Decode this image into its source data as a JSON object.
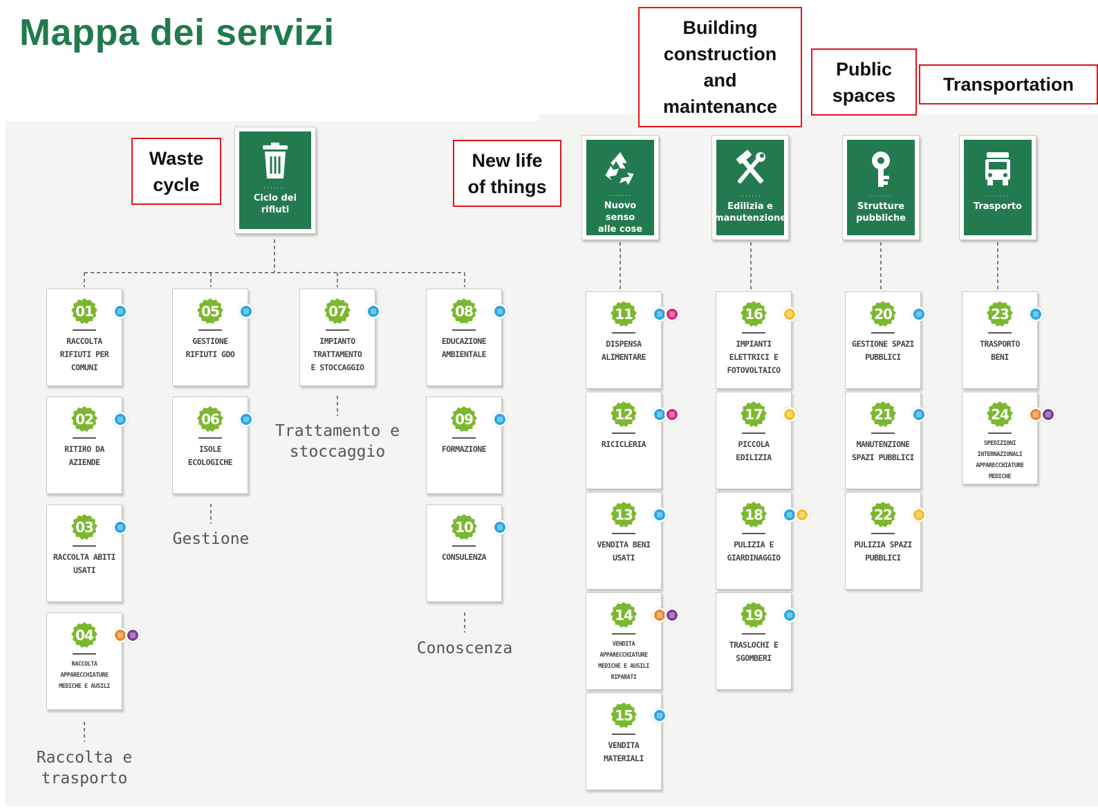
{
  "title": "Mappa dei servizi",
  "colors": {
    "accent_green": "#237a4f",
    "badge_green": "#7cb82f",
    "annotation_red": "#e0141c",
    "dot_blue": "#2aa6de",
    "dot_pink": "#d4267c",
    "dot_yellow": "#f2c12e",
    "dot_orange": "#e88a2c",
    "dot_purple": "#7a3e96"
  },
  "annotations": {
    "waste_cycle": "Waste\ncycle",
    "new_life": "New life\nof things",
    "building": "Building\nconstruction\nand\nmaintenance",
    "public_spaces": "Public\nspaces",
    "transportation": "Transportation"
  },
  "categories": {
    "rifiuti": {
      "label": "Ciclo dei\nrifiuti",
      "icon": "trash-bin-icon"
    },
    "nuovo_senso": {
      "label": "Nuovo senso\nalle cose",
      "icon": "recycle-icon"
    },
    "edilizia": {
      "label": "Edilizia e\nmanutenzione",
      "icon": "hammer-wrench-icon"
    },
    "strutture": {
      "label": "Strutture\npubbliche",
      "icon": "key-icon"
    },
    "trasporto": {
      "label": "Trasporto",
      "icon": "truck-icon"
    }
  },
  "group_labels": {
    "raccolta": "Raccolta e\ntrasporto",
    "gestione": "Gestione",
    "trattamento": "Trattamento e\nstoccaggio",
    "conoscenza": "Conoscenza"
  },
  "services": {
    "s01": {
      "num": "01",
      "label": "RACCOLTA\nRIFIUTI PER\nCOMUNI",
      "dots": [
        "blue"
      ]
    },
    "s02": {
      "num": "02",
      "label": "RITIRO DA\nAZIENDE",
      "dots": [
        "blue"
      ]
    },
    "s03": {
      "num": "03",
      "label": "RACCOLTA ABITI\nUSATI",
      "dots": [
        "blue"
      ]
    },
    "s04": {
      "num": "04",
      "label": "RACCOLTA\nAPPARECCHIATURE\nMEDICHE E AUSILI",
      "dots": [
        "orange",
        "purple"
      ]
    },
    "s05": {
      "num": "05",
      "label": "GESTIONE\nRIFIUTI GDO",
      "dots": [
        "blue"
      ]
    },
    "s06": {
      "num": "06",
      "label": "ISOLE\nECOLOGICHE",
      "dots": [
        "blue"
      ]
    },
    "s07": {
      "num": "07",
      "label": "IMPIANTO\nTRATTAMENTO\nE STOCCAGGIO",
      "dots": [
        "blue"
      ]
    },
    "s08": {
      "num": "08",
      "label": "EDUCAZIONE\nAMBIENTALE",
      "dots": [
        "blue"
      ]
    },
    "s09": {
      "num": "09",
      "label": "FORMAZIONE",
      "dots": [
        "blue"
      ]
    },
    "s10": {
      "num": "10",
      "label": "CONSULENZA",
      "dots": [
        "blue"
      ]
    },
    "s11": {
      "num": "11",
      "label": "DISPENSA\nALIMENTARE",
      "dots": [
        "blue",
        "pink"
      ]
    },
    "s12": {
      "num": "12",
      "label": "RICICLERIA",
      "dots": [
        "blue",
        "pink"
      ]
    },
    "s13": {
      "num": "13",
      "label": "VENDITA BENI\nUSATI",
      "dots": [
        "blue"
      ]
    },
    "s14": {
      "num": "14",
      "label": "VENDITA\nAPPARECCHIATURE\nMEDICHE E AUSILI\nRIPARATI",
      "dots": [
        "orange",
        "purple"
      ]
    },
    "s15": {
      "num": "15",
      "label": "VENDITA\nMATERIALI",
      "dots": [
        "blue"
      ]
    },
    "s16": {
      "num": "16",
      "label": "IMPIANTI\nELETTRICI E\nFOTOVOLTAICO",
      "dots": [
        "yellow"
      ]
    },
    "s17": {
      "num": "17",
      "label": "PICCOLA\nEDILIZIA",
      "dots": [
        "yellow"
      ]
    },
    "s18": {
      "num": "18",
      "label": "PULIZIA E\nGIARDINAGGIO",
      "dots": [
        "blue",
        "yellow"
      ]
    },
    "s19": {
      "num": "19",
      "label": "TRASLOCHI E\nSGOMBERI",
      "dots": [
        "blue"
      ]
    },
    "s20": {
      "num": "20",
      "label": "GESTIONE SPAZI\nPUBBLICI",
      "dots": [
        "blue"
      ]
    },
    "s21": {
      "num": "21",
      "label": "MANUTENZIONE\nSPAZI PUBBLICI",
      "dots": [
        "blue"
      ]
    },
    "s22": {
      "num": "22",
      "label": "PULIZIA SPAZI\nPUBBLICI",
      "dots": [
        "yellow"
      ]
    },
    "s23": {
      "num": "23",
      "label": "TRASPORTO\nBENI",
      "dots": [
        "blue"
      ]
    },
    "s24": {
      "num": "24",
      "label": "SPEDIZIONI\nINTERNAZIONALI\nAPPARECCHIATURE\nMEDICHE",
      "dots": [
        "orange",
        "purple"
      ]
    }
  }
}
